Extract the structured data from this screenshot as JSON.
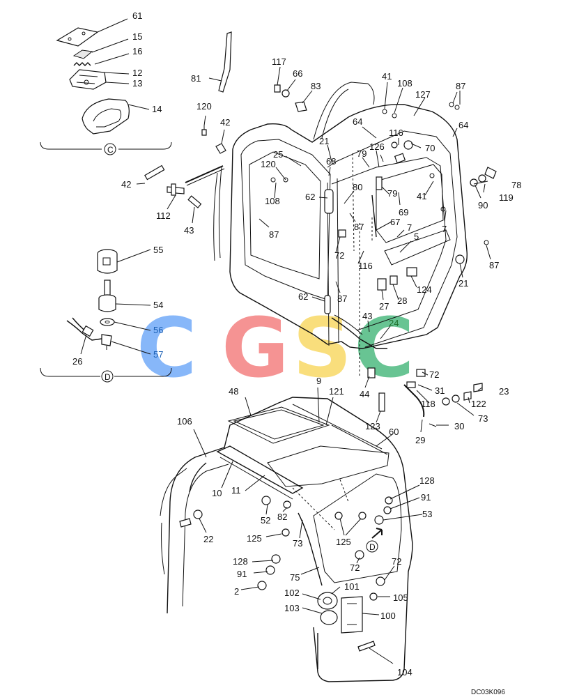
{
  "watermark": {
    "letters": [
      "C",
      "G",
      "S",
      "C"
    ],
    "colors": [
      "#5a9cf8",
      "#f26a6a",
      "#f7d24a",
      "#2fae6a"
    ]
  },
  "drawing_code": "DC03K096",
  "section_marks": {
    "c": "C",
    "d": "D"
  },
  "callouts": {
    "c61": "61",
    "c15": "15",
    "c16": "16",
    "c12": "12",
    "c13": "13",
    "c14": "14",
    "c81": "81",
    "c117": "117",
    "c66": "66",
    "c83": "83",
    "c41a": "41",
    "c108a": "108",
    "c127": "127",
    "c87a": "87",
    "c120a": "120",
    "c42a": "42",
    "c64a": "64",
    "c64b": "64",
    "c116a": "116",
    "c70": "70",
    "c21a": "21",
    "c126": "126",
    "c25": "25",
    "c120b": "120",
    "c68": "68",
    "c79a": "79",
    "c79b": "79",
    "c42b": "42",
    "c108b": "108",
    "c80": "80",
    "c62a": "62",
    "c41b": "41",
    "c78": "78",
    "c90": "90",
    "c119": "119",
    "c112": "112",
    "c43a": "43",
    "c87b": "87",
    "c69": "69",
    "c7a": "7",
    "c87c": "87",
    "c67": "67",
    "c7b": "7",
    "c5": "5",
    "c55": "55",
    "c72a": "72",
    "c116b": "116",
    "c87d": "87",
    "c124": "124",
    "c21b": "21",
    "c54": "54",
    "c62b": "62",
    "c87e": "87",
    "c27": "27",
    "c28": "28",
    "c43b": "43",
    "c24": "24",
    "c56": "56",
    "c26": "26",
    "c57": "57",
    "c72b": "72",
    "c9": "9",
    "c121": "121",
    "c48": "48",
    "c44": "44",
    "c31": "31",
    "c23": "23",
    "c118": "118",
    "c122": "122",
    "c73a": "73",
    "c106": "106",
    "c123": "123",
    "c30": "30",
    "c60": "60",
    "c29": "29",
    "c10": "10",
    "c11": "11",
    "c128a": "128",
    "c91a": "91",
    "c52": "52",
    "c82": "82",
    "c53": "53",
    "c22": "22",
    "c125a": "125",
    "c73b": "73",
    "c125b": "125",
    "c128b": "128",
    "c72c": "72",
    "c91b": "91",
    "c75": "75",
    "c72d": "72",
    "c101": "101",
    "c2": "2",
    "c102": "102",
    "c105": "105",
    "c103": "103",
    "c100": "100",
    "c104": "104"
  }
}
